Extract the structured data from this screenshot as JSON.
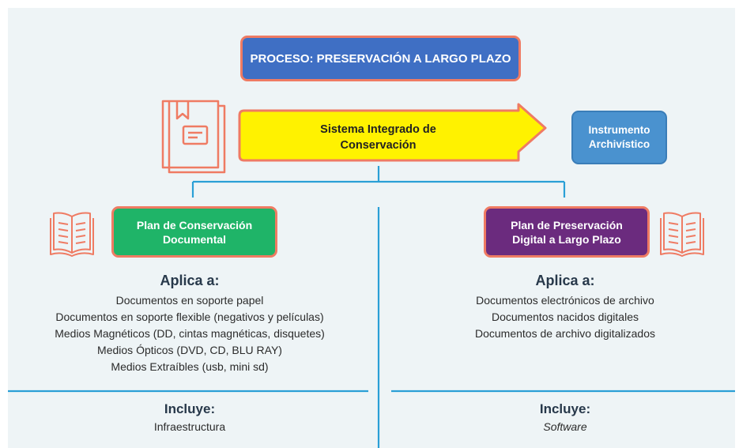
{
  "title": "PROCESO: PRESERVACIÓN A LARGO PLAZO",
  "system": {
    "line1": "Sistema Integrado de",
    "line2": "Conservación"
  },
  "instrument": {
    "line1": "Instrumento",
    "line2": "Archivístico"
  },
  "left": {
    "box": {
      "line1": "Plan de Conservación",
      "line2": "Documental"
    },
    "applies_heading": "Aplica a:",
    "applies_items": [
      "Documentos en soporte papel",
      "Documentos en soporte flexible (negativos y películas)",
      "Medios Magnéticos (DD, cintas magnéticas, disquetes)",
      "Medios Ópticos (DVD, CD, BLU RAY)",
      "Medios Extraíbles (usb, mini sd)"
    ],
    "includes_heading": "Incluye:",
    "includes_items": [
      "Infraestructura"
    ]
  },
  "right": {
    "box": {
      "line1": "Plan de Preservación",
      "line2": "Digital a Largo Plazo"
    },
    "applies_heading": "Aplica a:",
    "applies_items": [
      "Documentos electrónicos de archivo",
      "Documentos nacidos digitales",
      "Documentos de archivo digitalizados"
    ],
    "includes_heading": "Incluye:",
    "includes_items": [
      "Software"
    ]
  },
  "colors": {
    "background": "#eef4f6",
    "title_box": "#3f6fc4",
    "arrow_fill": "#fff200",
    "instrument_box": "#4a92cf",
    "green_box": "#1fb468",
    "purple_box": "#6b2b7e",
    "accent_outline": "#ef7b63",
    "connector": "#2a9fd6"
  },
  "icons": [
    "folder-document-icon",
    "open-book-icon-left",
    "open-book-icon-right"
  ]
}
